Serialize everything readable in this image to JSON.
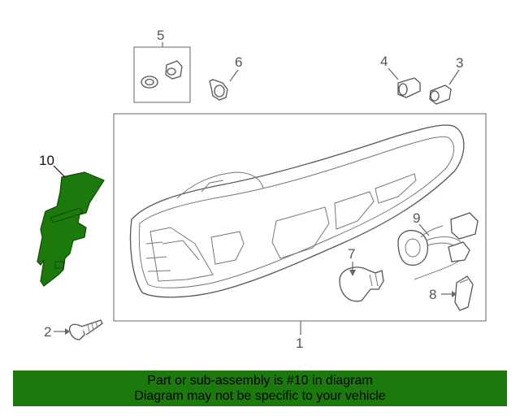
{
  "callouts": {
    "c1": "1",
    "c2": "2",
    "c3": "3",
    "c4": "4",
    "c5": "5",
    "c6": "6",
    "c7": "7",
    "c8": "8",
    "c9": "9",
    "c10": "10"
  },
  "colors": {
    "highlight": "#1c7a0c",
    "banner_bg": "#1c7a0c",
    "linework": "#555555"
  },
  "banner": {
    "line1": "Part or sub-assembly is #10 in diagram",
    "line2": "Diagram may not be specific to your vehicle"
  }
}
